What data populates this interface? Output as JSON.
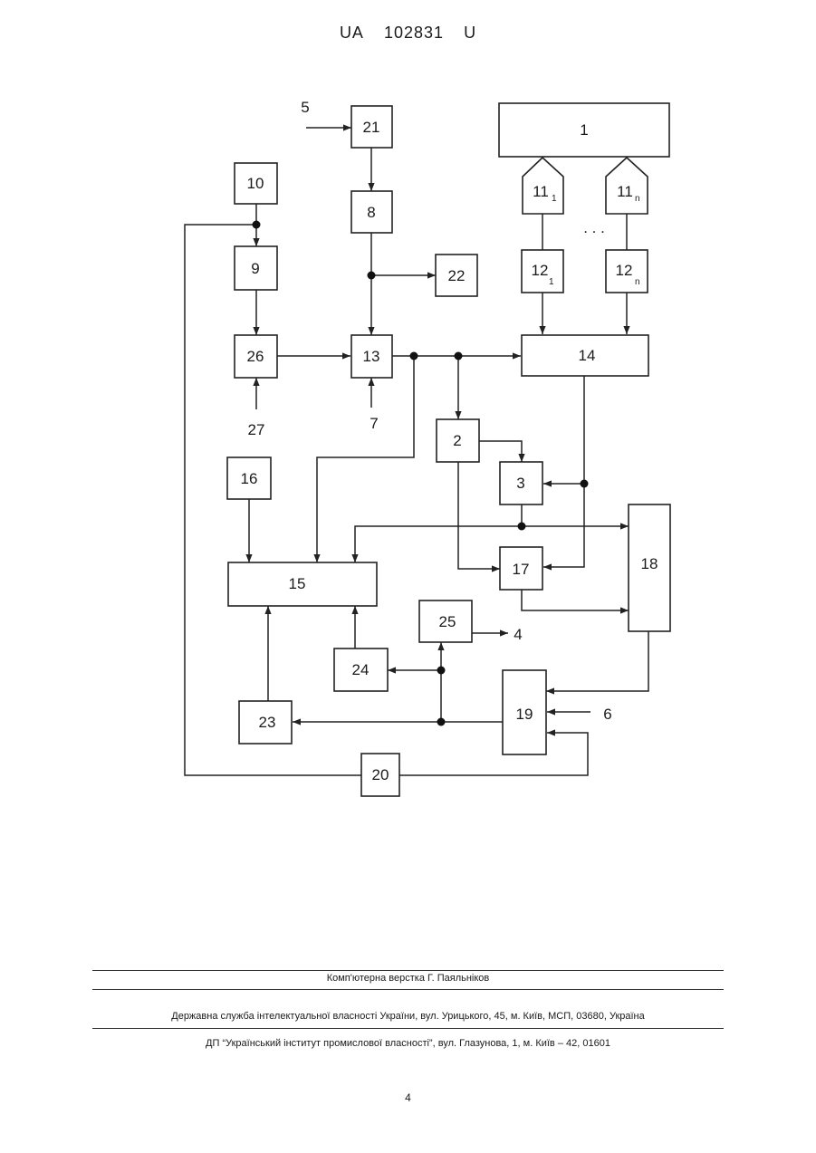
{
  "header": {
    "country": "UA",
    "number": "102831",
    "kind": "U"
  },
  "blocks": {
    "b1": "1",
    "b2": "2",
    "b3": "3",
    "b8": "8",
    "b9": "9",
    "b10": "10",
    "b11_1": "11",
    "b11_1_sub": "1",
    "b11_n": "11",
    "b11_n_sub": "n",
    "b12_1": "12",
    "b12_1_sub": "1",
    "b12_n": "12",
    "b12_n_sub": "n",
    "b13": "13",
    "b14": "14",
    "b15": "15",
    "b16": "16",
    "b17": "17",
    "b18": "18",
    "b19": "19",
    "b20": "20",
    "b21": "21",
    "b22": "22",
    "b23": "23",
    "b24": "24",
    "b25": "25",
    "b26": "26"
  },
  "signals": {
    "s4": "4",
    "s5": "5",
    "s6": "6",
    "s7": "7",
    "s27": "27",
    "ellipsis": ". . ."
  },
  "footer": {
    "layout_credit": "Комп'ютерна верстка Г. Паяльніков",
    "agency": "Державна служба інтелектуальної власності України, вул. Урицького, 45, м. Київ, МСП, 03680, Україна",
    "institute": "ДП “Український інститут промислової власності”, вул. Глазунова, 1, м. Київ – 42, 01601"
  },
  "page_number": "4"
}
